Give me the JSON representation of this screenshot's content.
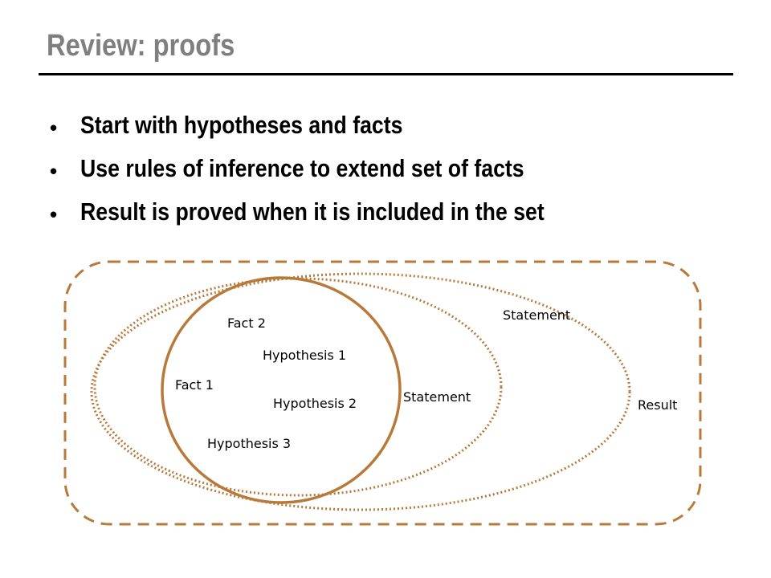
{
  "slide": {
    "title": "Review: proofs",
    "bullets": [
      "Start with hypotheses and facts",
      "Use rules of inference to extend set of facts",
      "Result is proved when it is included in the set"
    ]
  },
  "diagram": {
    "stroke_color": "#b87a3a",
    "labels": {
      "fact_2": "Fact 2",
      "hypothesis_1": "Hypothesis 1",
      "fact_1": "Fact 1",
      "hypothesis_2": "Hypothesis 2",
      "hypothesis_3": "Hypothesis 3",
      "statement_inner": "Statement",
      "statement_outer": "Statement",
      "result": "Result"
    }
  }
}
